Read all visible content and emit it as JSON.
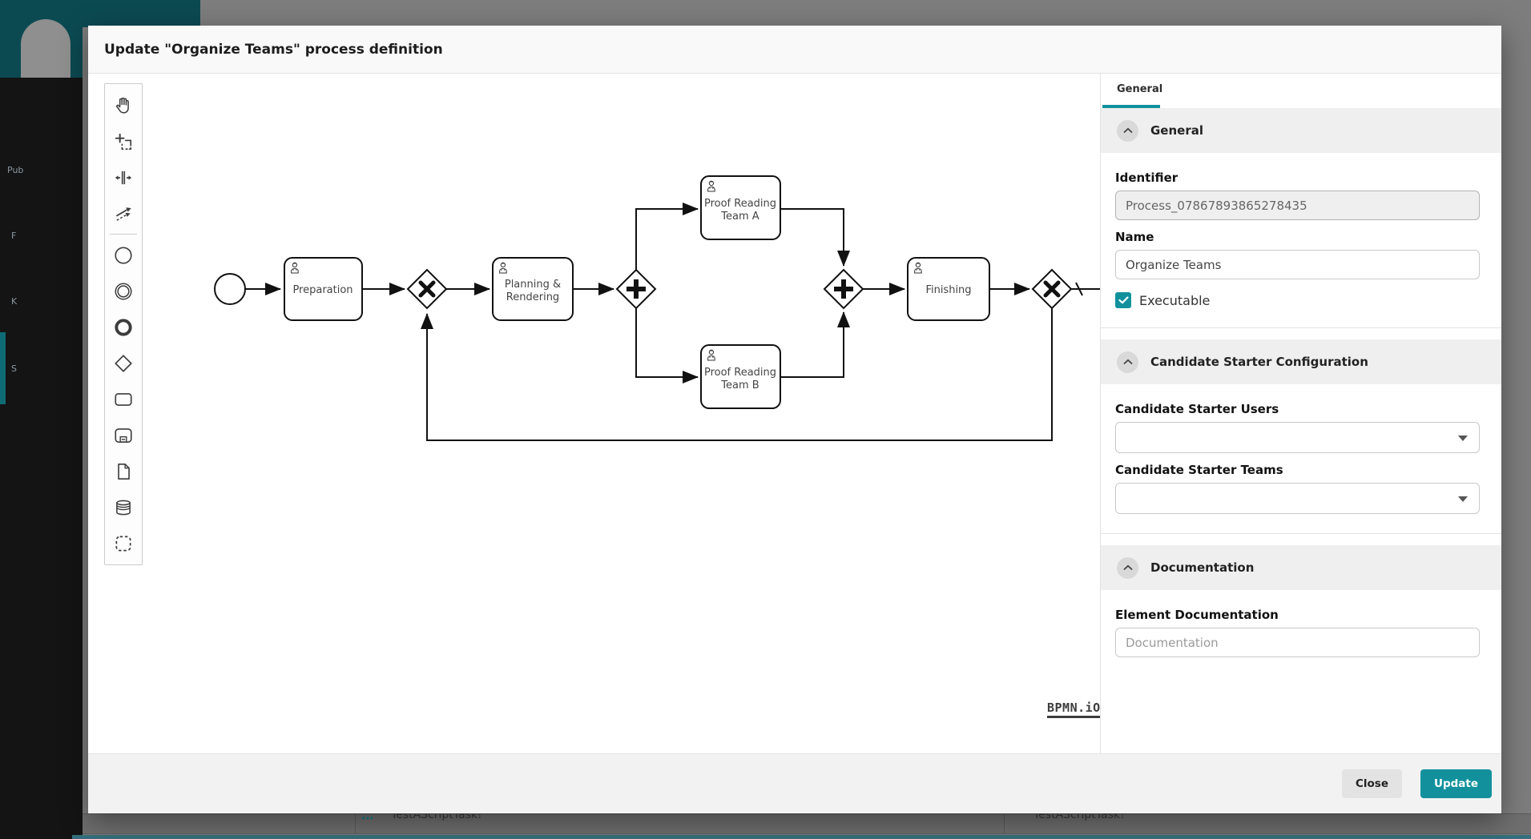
{
  "dialog": {
    "title": "Update \"Organize Teams\" process definition"
  },
  "palette": {
    "tools": [
      {
        "name": "hand-tool"
      },
      {
        "name": "lasso-tool"
      },
      {
        "name": "space-tool"
      },
      {
        "name": "global-connect-tool"
      },
      {
        "name": "create-start-event"
      },
      {
        "name": "create-intermediate-event"
      },
      {
        "name": "create-end-event"
      },
      {
        "name": "create-gateway"
      },
      {
        "name": "create-task"
      },
      {
        "name": "create-subprocess"
      },
      {
        "name": "create-data-object"
      },
      {
        "name": "create-data-store"
      },
      {
        "name": "create-group"
      }
    ]
  },
  "diagram": {
    "nodes": {
      "preparation": "Preparation",
      "planning_line1": "Planning &",
      "planning_line2": "Rendering",
      "team_a_line1": "Proof Reading",
      "team_a_line2": "Team A",
      "team_b_line1": "Proof Reading",
      "team_b_line2": "Team B",
      "finishing": "Finishing"
    },
    "watermark": "BPMN.iO"
  },
  "panel": {
    "tab": "General",
    "sections": {
      "general": "General",
      "candidate": "Candidate Starter Configuration",
      "documentation": "Documentation"
    },
    "identifier": {
      "label": "Identifier",
      "value": "Process_07867893865278435"
    },
    "name": {
      "label": "Name",
      "value": "Organize Teams"
    },
    "executable": {
      "label": "Executable",
      "checked": "checked"
    },
    "candidate_users": {
      "label": "Candidate Starter Users",
      "value": ""
    },
    "candidate_teams": {
      "label": "Candidate Starter Teams",
      "value": ""
    },
    "element_documentation": {
      "label": "Element Documentation",
      "placeholder": "Documentation"
    }
  },
  "footer": {
    "close": "Close",
    "update": "Update"
  },
  "colors": {
    "accent": "#12919d",
    "teal_block": "#0c4a52",
    "sidebar": "#141414"
  },
  "background": {
    "sidebar_items": {
      "item1": "Pub",
      "item2": "F",
      "item3": "K",
      "item4": "S"
    },
    "table_cell_1": "TestAScriptTask!",
    "table_cell_2": "TestAScriptTask!",
    "row_menu": "⋯"
  }
}
